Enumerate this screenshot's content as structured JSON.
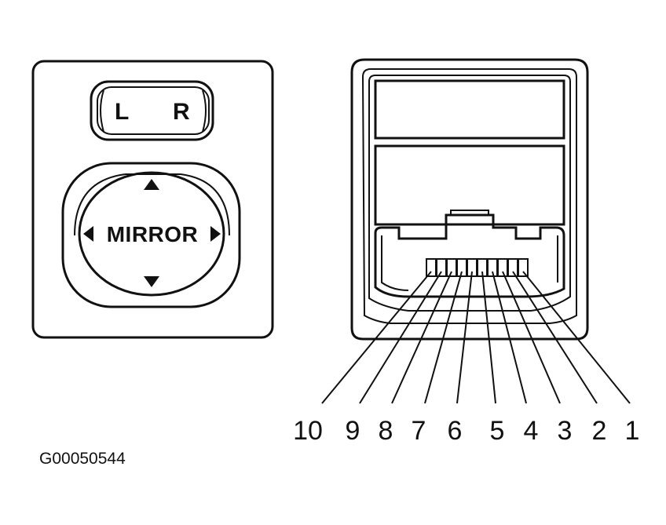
{
  "switch": {
    "left_label": "L",
    "right_label": "R",
    "mirror_label": "MIRROR"
  },
  "connector": {
    "pin_labels": [
      "10",
      "9",
      "8",
      "7",
      "6",
      "5",
      "4",
      "3",
      "2",
      "1"
    ]
  },
  "figure_id": "G00050544"
}
